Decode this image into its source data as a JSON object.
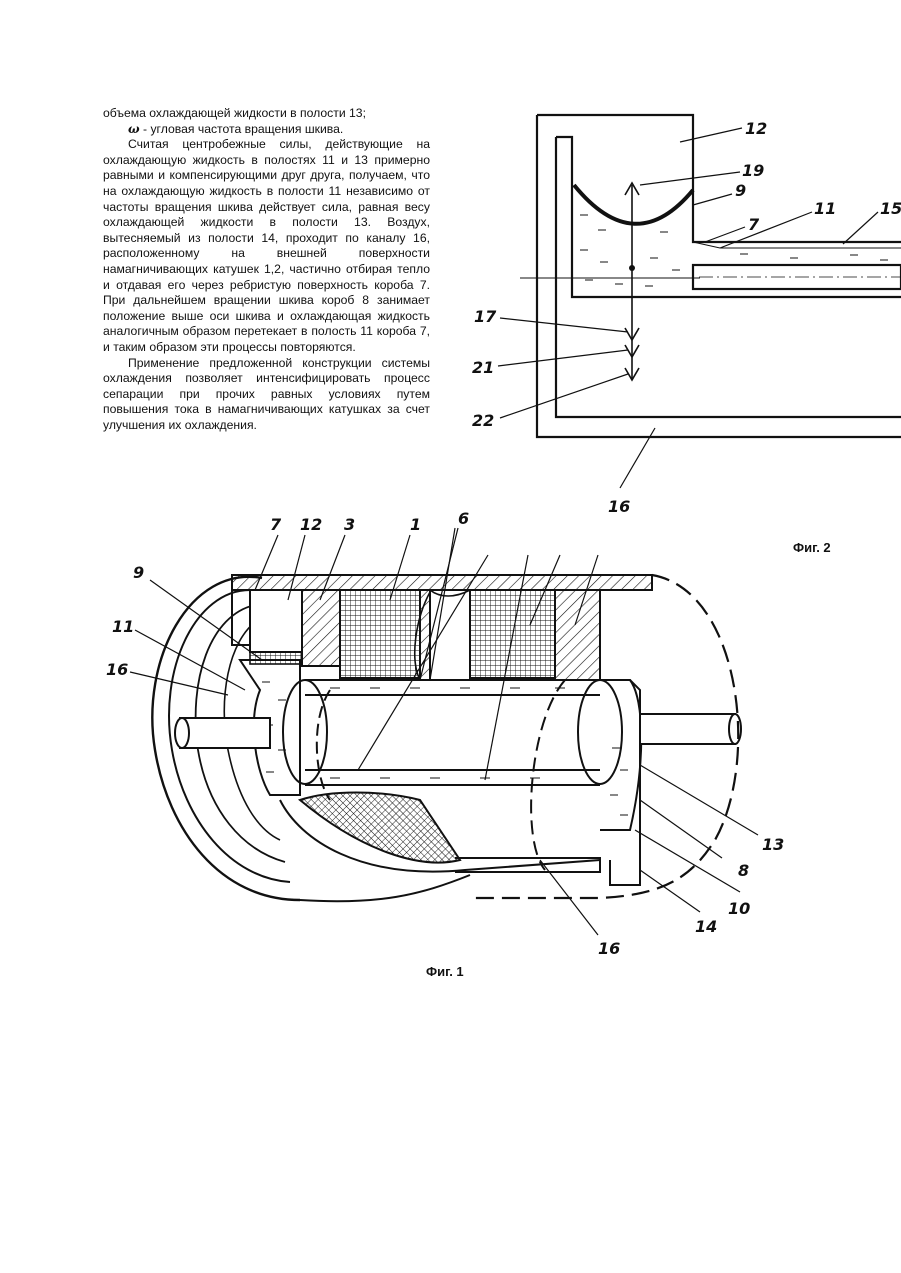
{
  "text": {
    "p1": "объема охлаждающей жидкости в полости 13;",
    "p2_symbol": "ω",
    "p2_rest": " - угловая частота вращения шкива.",
    "p3": "Считая центробежные силы, действующие на охлаждающую жидкость в полостях 11 и 13 примерно равными и компенсирующими друг друга, получаем, что на охлаждающую жидкость в полости 11 независимо от частоты вращения шкива действует сила, равная весу охлаждающей жидкости в полости 13. Воздух, вытесняемый из полости 14, проходит по каналу 16, расположенному на внешней поверхности намагничивающих катушек 1,2, частично отбирая тепло и отдавая его через ребристую поверхность короба 7. При дальнейшем вращении шкива короб 8 занимает положение выше оси шкива и охлаждающая жидкость аналогичным образом перетекает в полость 11 короба 7, и таким образом эти процессы повторяются.",
    "p4": "Применение предложенной конструкции системы охлаждения позволяет интенсифицировать процесс сепарации при прочих равных условиях путем повышения тока в намагничивающих катушках за счет улучшения их охлаждения."
  },
  "fig2": {
    "caption": "Фиг. 2",
    "labels": {
      "l12": "12",
      "l19": "19",
      "l9": "9",
      "l7": "7",
      "l11": "11",
      "l15": "15",
      "l17": "17",
      "l21": "21",
      "l22": "22",
      "l16": "16"
    }
  },
  "fig1": {
    "caption": "Фиг. 1",
    "labels": {
      "l7": "7",
      "l12": "12",
      "l3": "3",
      "l1": "1",
      "l6": "6",
      "l9": "9",
      "l11": "11",
      "l16a": "16",
      "l13": "13",
      "l8": "8",
      "l10": "10",
      "l14": "14",
      "l16b": "16"
    }
  }
}
